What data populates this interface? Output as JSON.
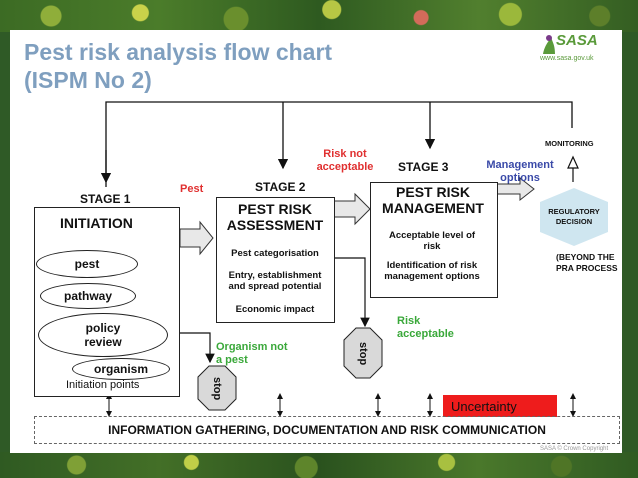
{
  "title_line1": "Pest risk analysis flow chart",
  "title_line2": "(ISPM No 2)",
  "logo": {
    "name": "SASA",
    "url": "www.sasa.gov.uk"
  },
  "stage1": {
    "label": "STAGE 1",
    "name": "INITIATION",
    "ovals": [
      "pest",
      "pathway",
      "policy review",
      "organism"
    ],
    "footer": "Initiation points"
  },
  "stage2": {
    "label": "STAGE 2",
    "name": "PEST RISK ASSESSMENT",
    "items": [
      "Pest categorisation",
      "Entry, establishment and spread potential",
      "Economic impact"
    ]
  },
  "stage3": {
    "label": "STAGE 3",
    "name": "PEST RISK MANAGEMENT",
    "items": [
      "Acceptable level of risk",
      "Identification of risk management options"
    ]
  },
  "labels": {
    "pest": "Pest",
    "risk_not_acceptable": "Risk not acceptable",
    "management_options": "Management options",
    "monitoring": "MONITORING",
    "regulatory_decision": "REGULATORY DECISION",
    "beyond_pra": "(BEYOND THE PRA PROCESS",
    "organism_not_pest": "Organism not a pest",
    "risk_acceptable": "Risk acceptable",
    "stop": "stop",
    "uncertainty": "Uncertainty",
    "info": "INFORMATION GATHERING, DOCUMENTATION AND RISK COMMUNICATION",
    "copyright": "SASA © Crown Copyright"
  },
  "colors": {
    "title": "#7f9fbf",
    "red": "#e03030",
    "green": "#3aa83a",
    "blue": "#3a4aa8",
    "hex": "#cfe6f0",
    "uncertainty": "#ee1c1c"
  }
}
